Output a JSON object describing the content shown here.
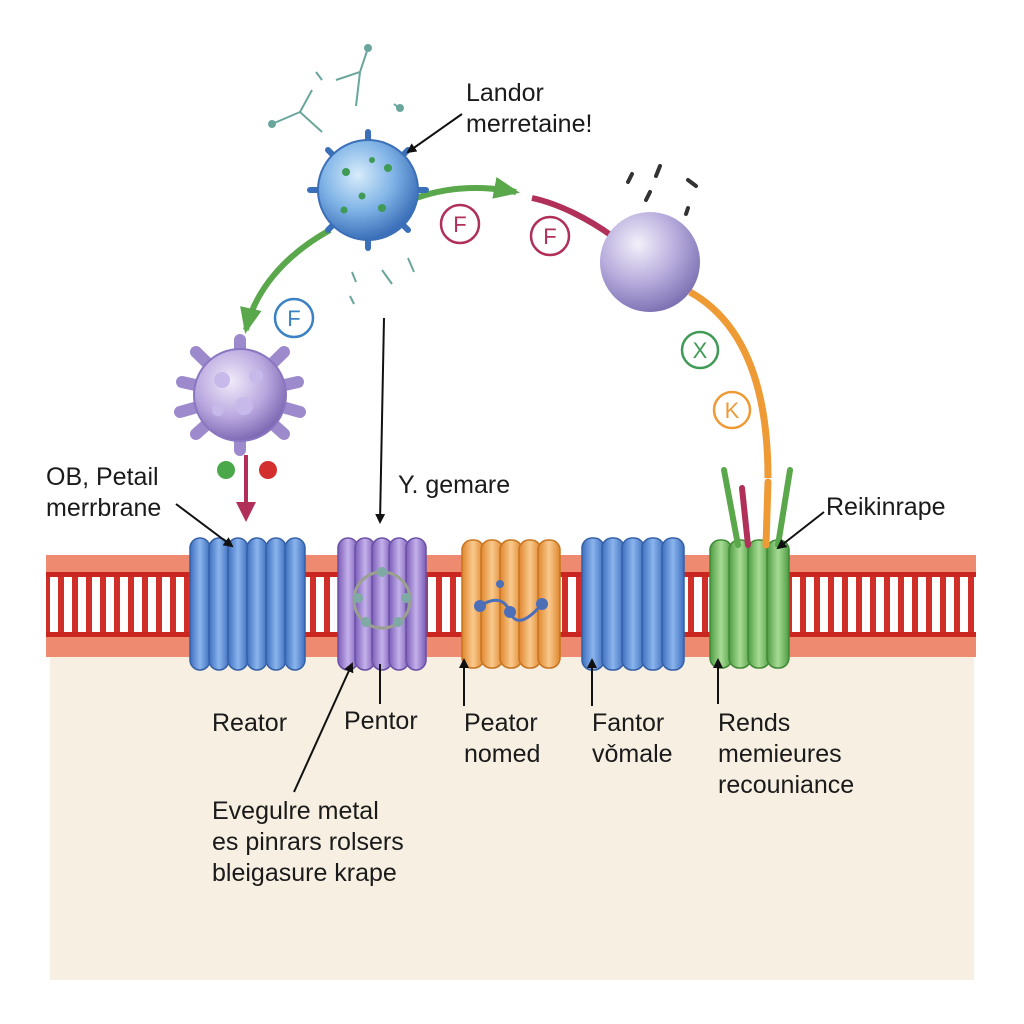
{
  "labels": {
    "top_callout": [
      "Landor",
      "merretaine!"
    ],
    "membrane_title": [
      "OB, Petail",
      "merrbrane"
    ],
    "y_gemare": "Y. gemare",
    "right_callout": "Reikinrape",
    "reator": "Reator",
    "pentor": "Pentor",
    "peator": [
      "Peator",
      "nomed"
    ],
    "fantor": [
      "Fantor",
      "vǒmale"
    ],
    "rends": [
      "Rends",
      "memieures",
      "recouniance"
    ],
    "bottom_note": [
      "Evegulre metal",
      "es pinrars rolsers",
      "bleigasure krape"
    ]
  },
  "markers": {
    "f_left": "F",
    "f_mid": "F",
    "f_right": "F",
    "x_mark": "X",
    "k_mark": "K"
  },
  "colors": {
    "cytoplasm": "#f6efe2",
    "membrane_red": "#d8352c",
    "membrane_salmon": "#ee8a6f",
    "blue_receptor": "#4f86d3",
    "purple_receptor": "#9c7fd0",
    "orange_receptor": "#f1a04c",
    "green_receptor": "#6fb75d",
    "green_arrow": "#5aa84b",
    "orange_arrow": "#ee9a35",
    "crimson_arrow": "#b0305a"
  }
}
